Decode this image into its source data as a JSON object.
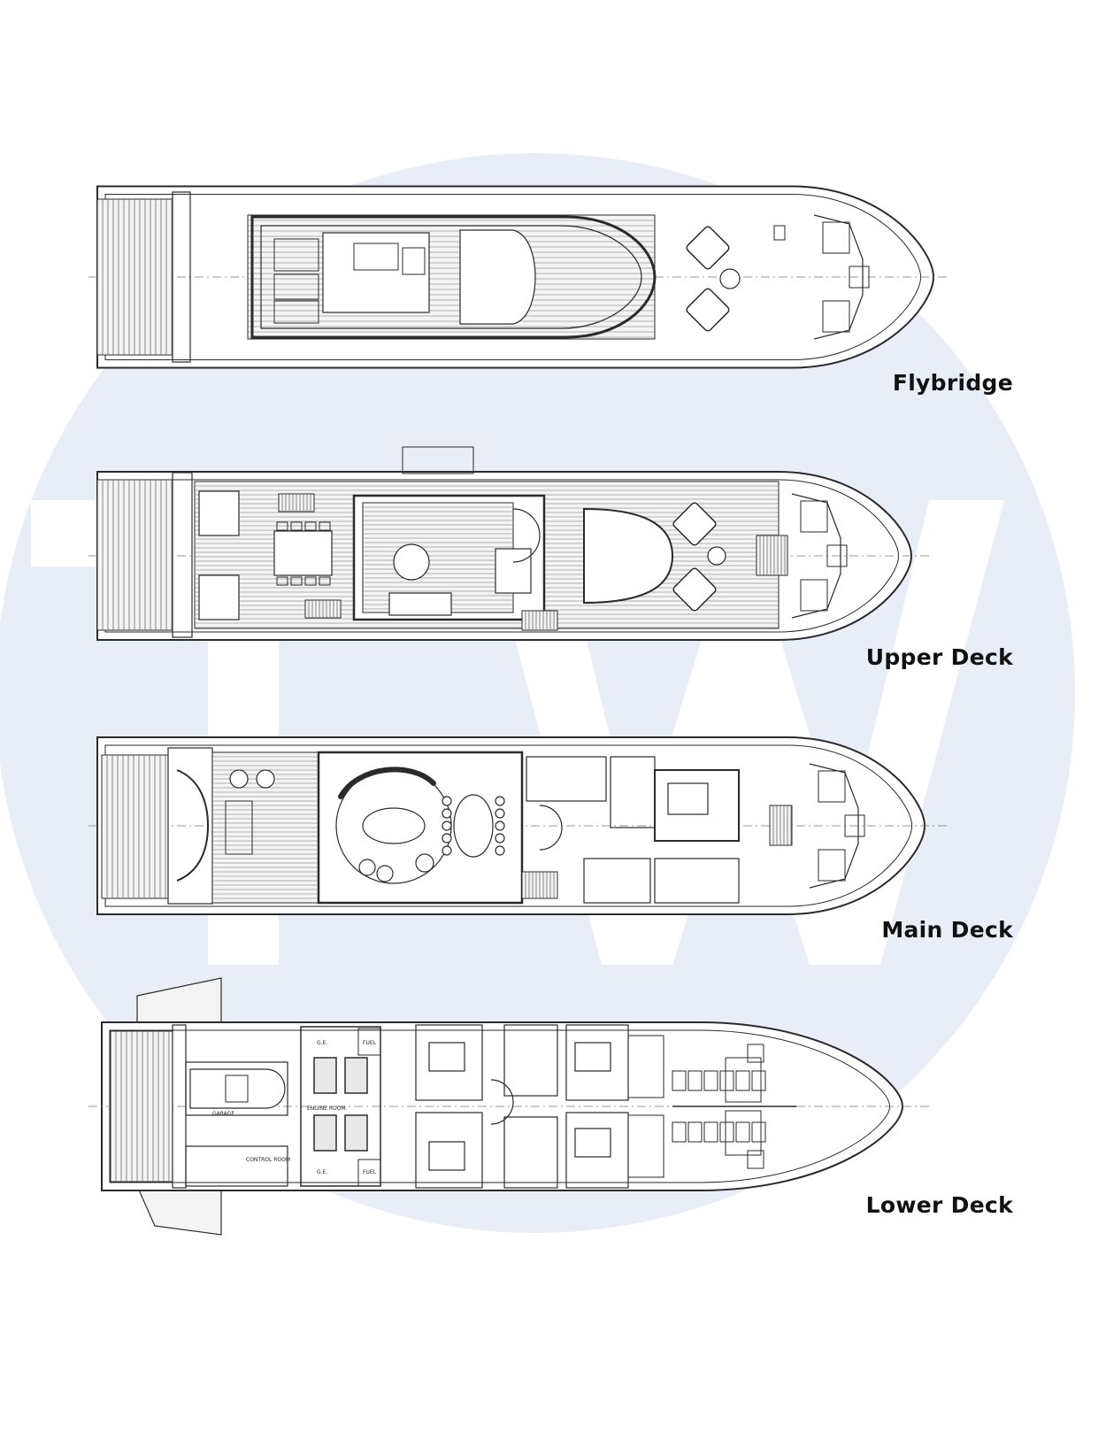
{
  "watermark": {
    "letters": "TW",
    "circle_color": "#e9eef6",
    "letter_color": "#ffffff"
  },
  "decks": [
    {
      "id": "flybridge",
      "label": "Flybridge"
    },
    {
      "id": "upper",
      "label": "Upper Deck"
    },
    {
      "id": "main",
      "label": "Main Deck"
    },
    {
      "id": "lower",
      "label": "Lower Deck"
    }
  ],
  "room_labels": {
    "lower": {
      "engine_room": "ENGINE ROOM",
      "control_room": "CONTROL ROOM",
      "fuel": "FUEL",
      "ge": "G.E.",
      "garage": "GARAGE"
    }
  },
  "colors": {
    "line": "#2a2a2a",
    "hatch": "#6a6a6a",
    "label": "#111111"
  }
}
